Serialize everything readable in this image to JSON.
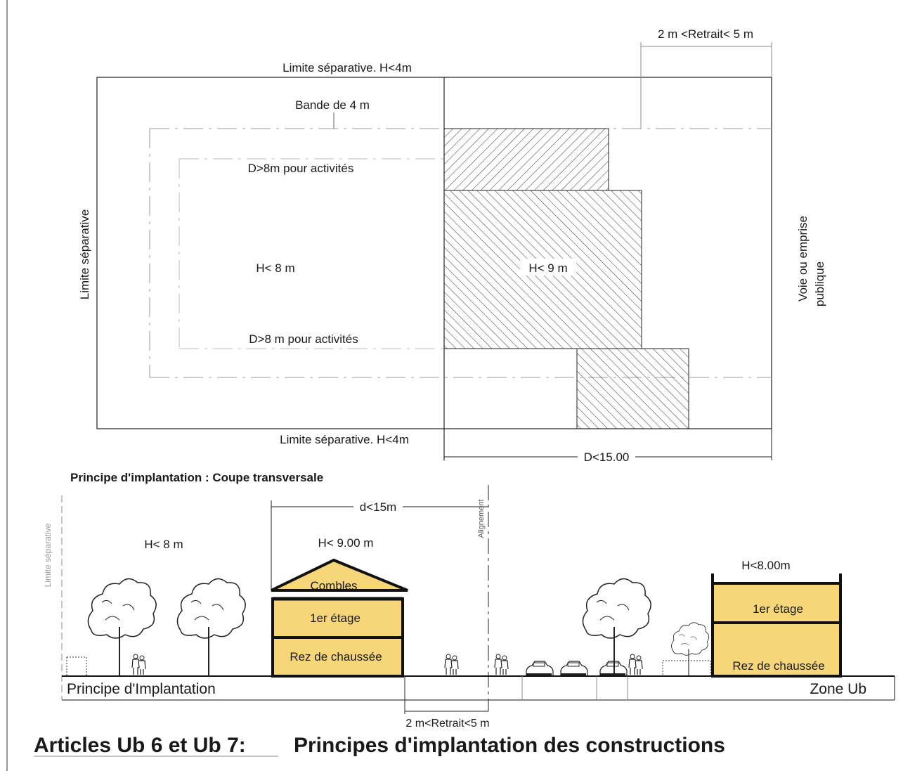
{
  "plan": {
    "retrait_top": "2 m <Retrait< 5 m",
    "limite_top": "Limite séparative. H<4m",
    "bande": "Bande de 4 m",
    "activites_top": "D>8m pour activités",
    "limite_left": "Limite séparative",
    "h_left": "H< 8 m",
    "h_center": "H< 9 m",
    "voie_line1": "Voie ou emprise",
    "voie_line2": "publique",
    "activites_bottom": "D>8 m pour activités",
    "limite_bottom": "Limite séparative. H<4m",
    "d_dimension": "D<15.00"
  },
  "section": {
    "title": "Principe d'implantation : Coupe transversale",
    "limite_vertical": "Limite séparative",
    "alignement": "Alignement",
    "d_dimension": "d<15m",
    "h_left": "H< 8 m",
    "h_house": "H< 9.00 m",
    "h_right": "H<8.00m",
    "house_floors": [
      "Combles",
      "1er étage",
      "Rez de chaussée"
    ],
    "right_floors": [
      "1er étage",
      "Rez de chaussée"
    ],
    "ground_left": "Principe d'Implantation",
    "ground_right": "Zone Ub",
    "retrait": "2 m<Retrait<5 m"
  },
  "footer": {
    "articles": "Articles Ub 6 et Ub 7:",
    "principes": "Principes d'implantation des constructions"
  },
  "colors": {
    "floor_fill": "#f6d679",
    "line": "#1a1a1a"
  }
}
